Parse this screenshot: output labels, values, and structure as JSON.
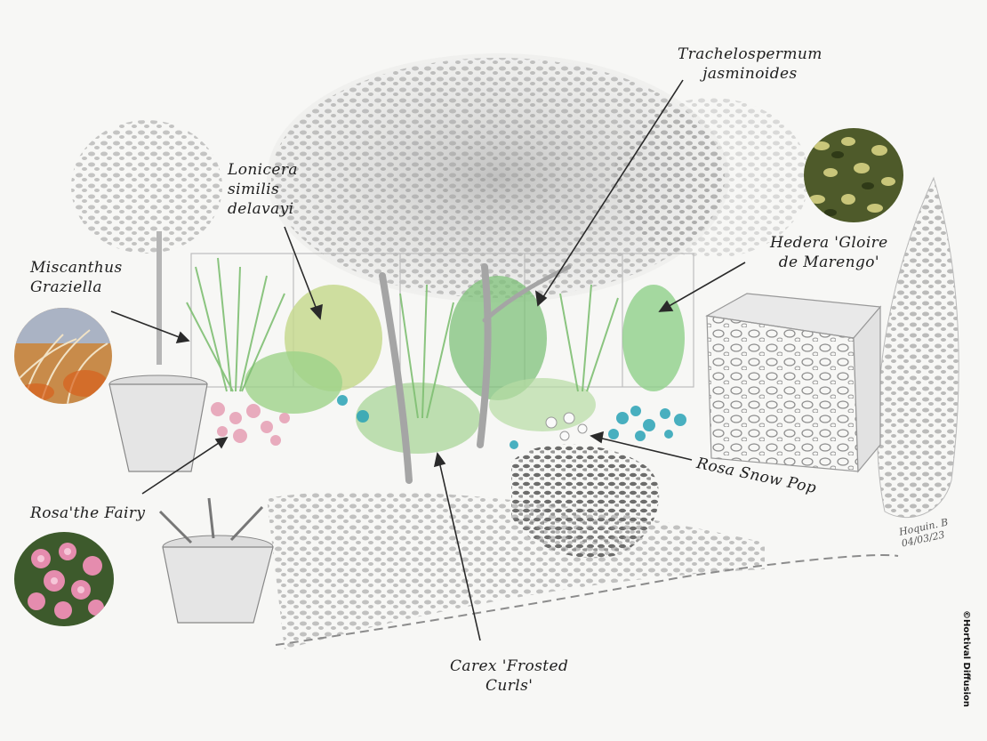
{
  "labels": {
    "trachelospermum": "Trachelospermum\njasminoides",
    "lonicera": "Lonicera\nsimilis\ndelavayi",
    "miscanthus": "Miscanthus\nGraziella",
    "hedera": "Hedera 'Gloire\nde Marengo'",
    "rosa_snow_pop": "Rosa Snow Pop",
    "rosa_fairy": "Rosa'the Fairy",
    "carex": "Carex 'Frosted\nCurls'"
  },
  "signature": "Hoquin. B\n04/03/23",
  "credit": "©Hortival Diffusion",
  "colors": {
    "ink": "#1e1e1e",
    "foliage_green": "#8cc67a",
    "grass_green": "#7fbf73",
    "pink_rose": "#e7a3b8",
    "blue_flower": "#2aa3b6",
    "pencil_grey": "#9a9a9a"
  }
}
